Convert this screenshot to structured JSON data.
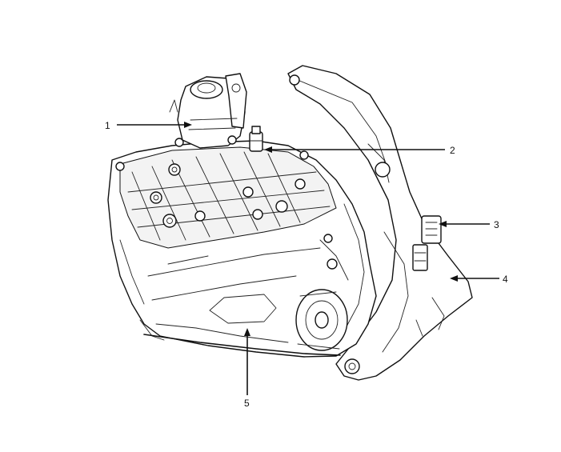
{
  "figure": {
    "callouts": [
      {
        "id": "1",
        "label": "1"
      },
      {
        "id": "2",
        "label": "2"
      },
      {
        "id": "3",
        "label": "3"
      },
      {
        "id": "4",
        "label": "4"
      },
      {
        "id": "5",
        "label": "5"
      }
    ]
  },
  "colors": {
    "ink": "#111111",
    "background": "#ffffff"
  }
}
